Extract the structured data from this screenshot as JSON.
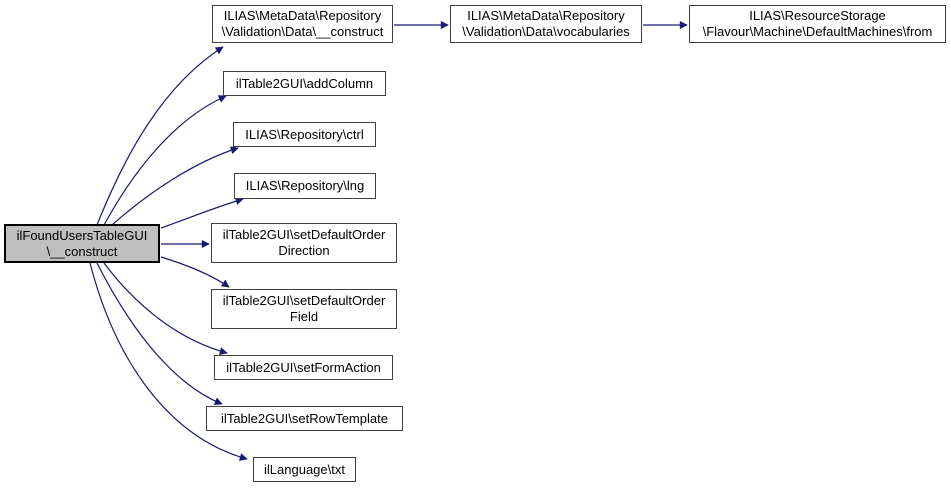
{
  "diagram": {
    "colors": {
      "edge": "#191970",
      "node_border": "#404040",
      "node_fill": "#ffffff",
      "root_fill": "#bfbfbf",
      "root_border": "#000000",
      "text": "#000000",
      "background": "#ffffff"
    },
    "nodes": {
      "root": {
        "label": "ilFoundUsersTableGUI\n\\__construct"
      },
      "md_construct": {
        "label": "ILIAS\\MetaData\\Repository\n\\Validation\\Data\\__construct"
      },
      "md_vocabularies": {
        "label": "ILIAS\\MetaData\\Repository\n\\Validation\\Data\\vocabularies"
      },
      "rs_from": {
        "label": "ILIAS\\ResourceStorage\n\\Flavour\\Machine\\DefaultMachines\\from"
      },
      "add_column": {
        "label": "ilTable2GUI\\addColumn"
      },
      "ctrl": {
        "label": "ILIAS\\Repository\\ctrl"
      },
      "lng": {
        "label": "ILIAS\\Repository\\lng"
      },
      "set_default_order_direction": {
        "label": "ilTable2GUI\\setDefaultOrder\nDirection"
      },
      "set_default_order_field": {
        "label": "ilTable2GUI\\setDefaultOrder\nField"
      },
      "set_form_action": {
        "label": "ilTable2GUI\\setFormAction"
      },
      "set_row_template": {
        "label": "ilTable2GUI\\setRowTemplate"
      },
      "txt": {
        "label": "ilLanguage\\txt"
      }
    },
    "edges": [
      {
        "from": "root",
        "to": "md_construct"
      },
      {
        "from": "root",
        "to": "add_column"
      },
      {
        "from": "root",
        "to": "ctrl"
      },
      {
        "from": "root",
        "to": "lng"
      },
      {
        "from": "root",
        "to": "set_default_order_direction"
      },
      {
        "from": "root",
        "to": "set_default_order_field"
      },
      {
        "from": "root",
        "to": "set_form_action"
      },
      {
        "from": "root",
        "to": "set_row_template"
      },
      {
        "from": "root",
        "to": "txt"
      },
      {
        "from": "md_construct",
        "to": "md_vocabularies"
      },
      {
        "from": "md_vocabularies",
        "to": "rs_from"
      }
    ]
  }
}
